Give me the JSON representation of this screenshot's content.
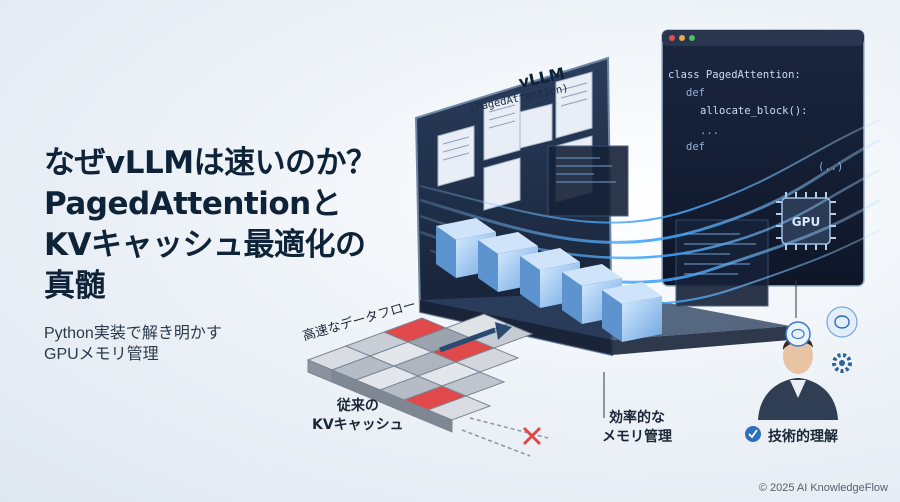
{
  "title": {
    "line1": "なぜvLLMは速いのか？",
    "line2": "PagedAttentionと",
    "line3": "KVキャッシュ最適化の",
    "line4": "真髄"
  },
  "subtitle": {
    "line1": "Python実装で解き明かす",
    "line2": "GPUメモリ管理"
  },
  "diagram": {
    "vllm_label": "vLLM",
    "paged_label": "(PagedAttention)",
    "gpu_label": "GPU",
    "code_lines": [
      "class PagedAttention:",
      "def",
      "allocate_block():",
      "...",
      "def",
      "(..)"
    ],
    "fast_flow_label": "高速なデータフロー",
    "legacy_label_line1": "従来の",
    "legacy_label_line2": "KVキャッシュ",
    "efficient_label_line1": "効率的な",
    "efficient_label_line2": "メモリ管理",
    "tech_label": "技術的理解"
  },
  "footer": {
    "copyright": "© 2025 AI KnowledgeFlow"
  },
  "colors": {
    "title": "#0f2338",
    "panel_dark": "#1d2b44",
    "cube_blue": "#7fb2e8",
    "flow_cyan": "#3aa0ff",
    "legacy_red": "#e0484a"
  }
}
